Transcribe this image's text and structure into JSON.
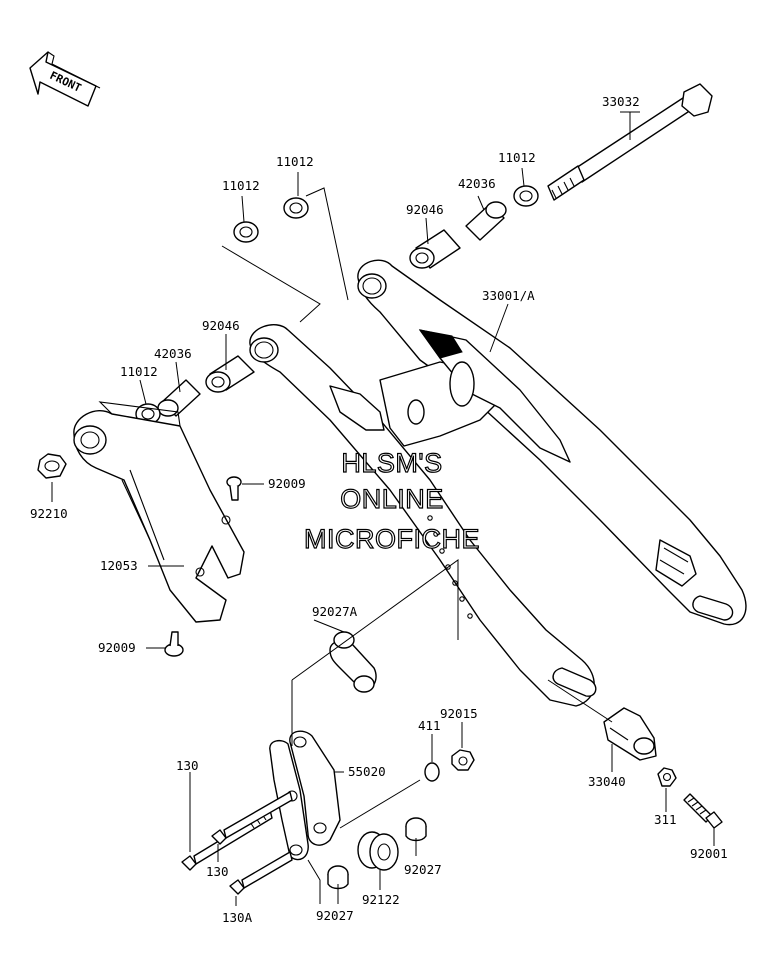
{
  "front_badge": {
    "text": "FRONT"
  },
  "watermark": {
    "line1": "HLSM'S",
    "line2": "ONLINE",
    "line3": "MICROFICHE"
  },
  "labels": {
    "p33032": "33032",
    "p11012_a": "11012",
    "p11012_b": "11012",
    "p11012_c": "11012",
    "p11012_d": "11012",
    "p42036_a": "42036",
    "p42036_b": "42036",
    "p92046_a": "92046",
    "p92046_b": "92046",
    "p33001": "33001/A",
    "p92009_a": "92009",
    "p92009_b": "92009",
    "p92210": "92210",
    "p12053": "12053",
    "p92027A": "92027A",
    "p130_a": "130",
    "p130_b": "130",
    "p130A": "130A",
    "p55020": "55020",
    "p411": "411",
    "p92015": "92015",
    "p92027_a": "92027",
    "p92027_b": "92027",
    "p92122": "92122",
    "p33040": "33040",
    "p311": "311",
    "p92001": "92001"
  }
}
